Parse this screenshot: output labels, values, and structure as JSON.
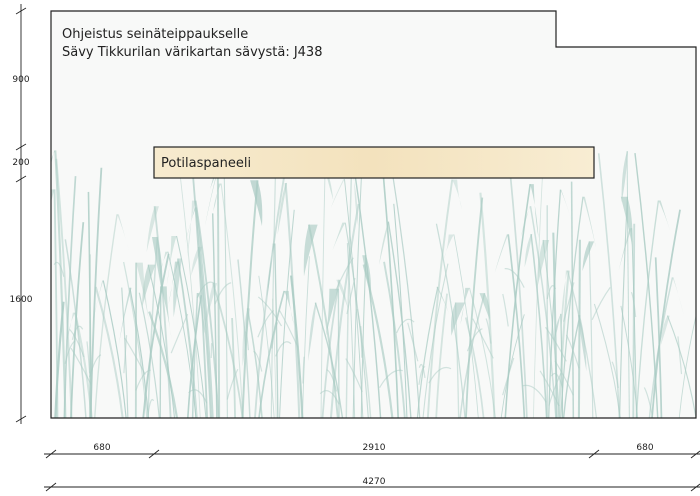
{
  "instructions": {
    "line1": "Ohjeistus seinäteippaukselle",
    "line2": "Sävy Tikkurilan värikartan sävystä: J438"
  },
  "panel": {
    "label": "Potilaspaneeli",
    "fill_color": "#f6e7c8"
  },
  "vertical_dimensions": [
    "900",
    "200",
    "1600"
  ],
  "horizontal_dimensions": [
    "680",
    "2910",
    "680"
  ],
  "total_width": "4270",
  "colors": {
    "line": "#222222",
    "grass": "#a9cbc3",
    "wall_fill": "#f8f9f8"
  }
}
